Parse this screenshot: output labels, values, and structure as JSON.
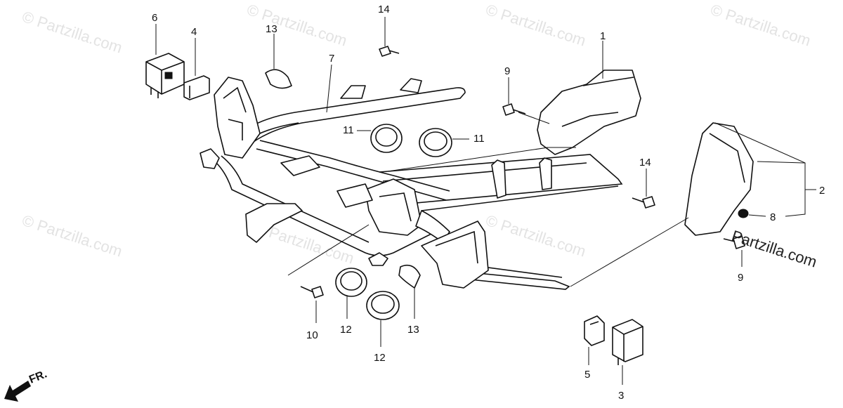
{
  "watermarks": {
    "small_text": "© Partzilla.com",
    "brand_text": "Partzilla.com"
  },
  "orientation": {
    "label": "FR."
  },
  "callouts": [
    {
      "id": "c1",
      "text": "1"
    },
    {
      "id": "c2",
      "text": "2"
    },
    {
      "id": "c3",
      "text": "3"
    },
    {
      "id": "c4",
      "text": "4"
    },
    {
      "id": "c5",
      "text": "5"
    },
    {
      "id": "c6",
      "text": "6"
    },
    {
      "id": "c7",
      "text": "7"
    },
    {
      "id": "c8",
      "text": "8"
    },
    {
      "id": "c9a",
      "text": "9"
    },
    {
      "id": "c9b",
      "text": "9"
    },
    {
      "id": "c10",
      "text": "10"
    },
    {
      "id": "c11a",
      "text": "11"
    },
    {
      "id": "c11b",
      "text": "11"
    },
    {
      "id": "c12a",
      "text": "12"
    },
    {
      "id": "c12b",
      "text": "12"
    },
    {
      "id": "c13a",
      "text": "13"
    },
    {
      "id": "c13b",
      "text": "13"
    },
    {
      "id": "c14a",
      "text": "14"
    },
    {
      "id": "c14b",
      "text": "14"
    }
  ],
  "colors": {
    "line": "#111111",
    "watermark": "#e3e3e3",
    "background": "#ffffff"
  }
}
